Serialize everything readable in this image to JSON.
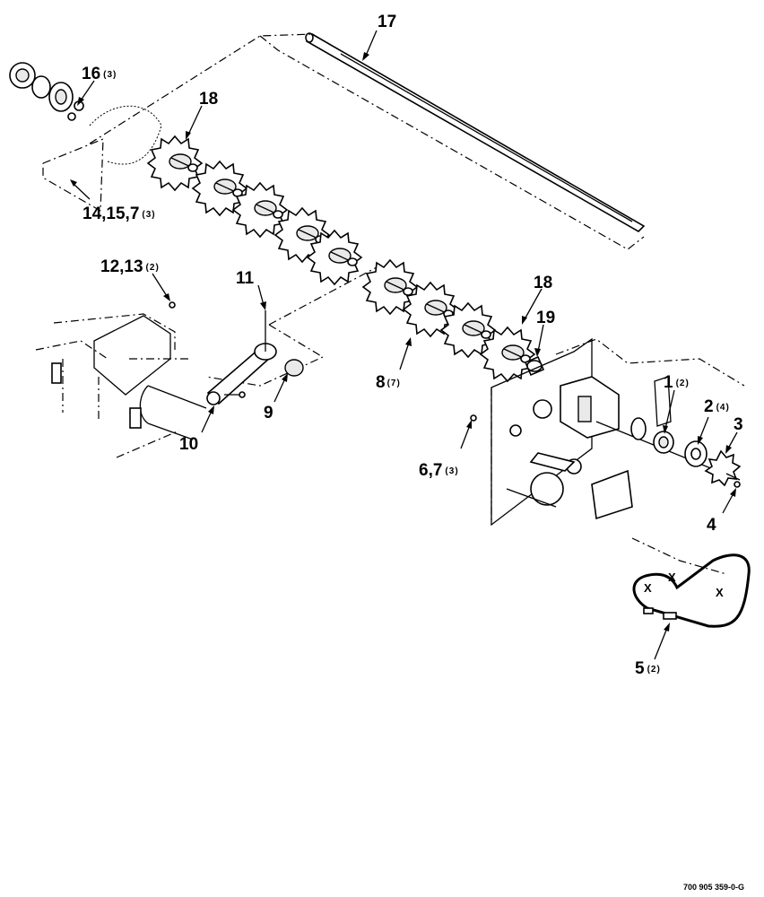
{
  "callouts": {
    "c17": {
      "num": "17",
      "qty": ""
    },
    "c16": {
      "num": "16",
      "qty": "(3)"
    },
    "c18a": {
      "num": "18",
      "qty": ""
    },
    "c14": {
      "num": "14,15,7",
      "qty": "(3)"
    },
    "c12": {
      "num": "12,13",
      "qty": "(2)"
    },
    "c11": {
      "num": "11",
      "qty": ""
    },
    "c18b": {
      "num": "18",
      "qty": ""
    },
    "c19": {
      "num": "19",
      "qty": ""
    },
    "c8": {
      "num": "8",
      "qty": "(7)"
    },
    "c9": {
      "num": "9",
      "qty": ""
    },
    "c10": {
      "num": "10",
      "qty": ""
    },
    "c1": {
      "num": "1",
      "qty": "(2)"
    },
    "c2": {
      "num": "2",
      "qty": "(4)"
    },
    "c3": {
      "num": "3",
      "qty": ""
    },
    "c4": {
      "num": "4",
      "qty": ""
    },
    "c6": {
      "num": "6,7",
      "qty": "(3)"
    },
    "c5": {
      "num": "5",
      "qty": "(2)"
    }
  },
  "drawing_number": "700 905 359-0-G"
}
